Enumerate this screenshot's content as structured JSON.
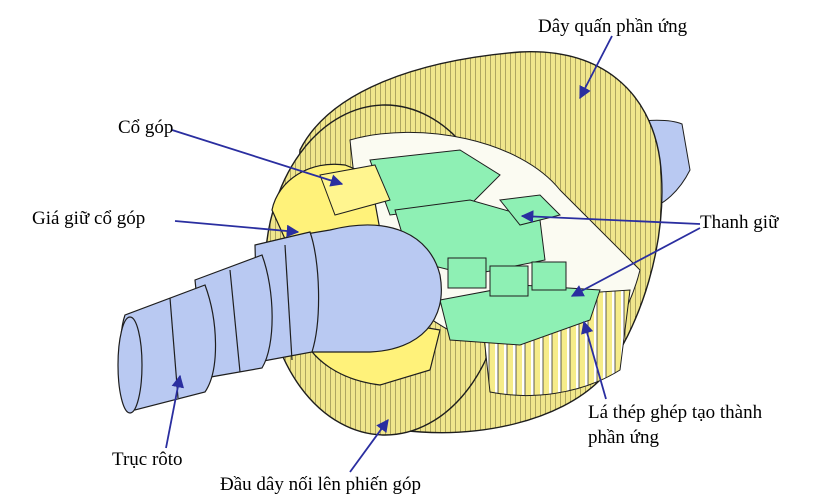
{
  "labels": {
    "armature_winding": "Dây quấn phần ứng",
    "commutator": "Cổ góp",
    "commutator_holder": "Giá giữ cổ góp",
    "retaining_bar": "Thanh giữ",
    "steel_laminations_line1": "Lá thép ghép tạo thành",
    "steel_laminations_line2": "phần ứng",
    "rotor_shaft": "Trục rôto",
    "lead_wire": "Đầu dây nối lên phiến góp"
  },
  "colors": {
    "winding_yellow": "#f0e68c",
    "holder_yellow": "#fff27a",
    "core_green": "#8ef0b4",
    "shaft_blue": "#b9c9f2",
    "outline": "#1e1e1e",
    "leader_line": "#2a2ea0"
  }
}
